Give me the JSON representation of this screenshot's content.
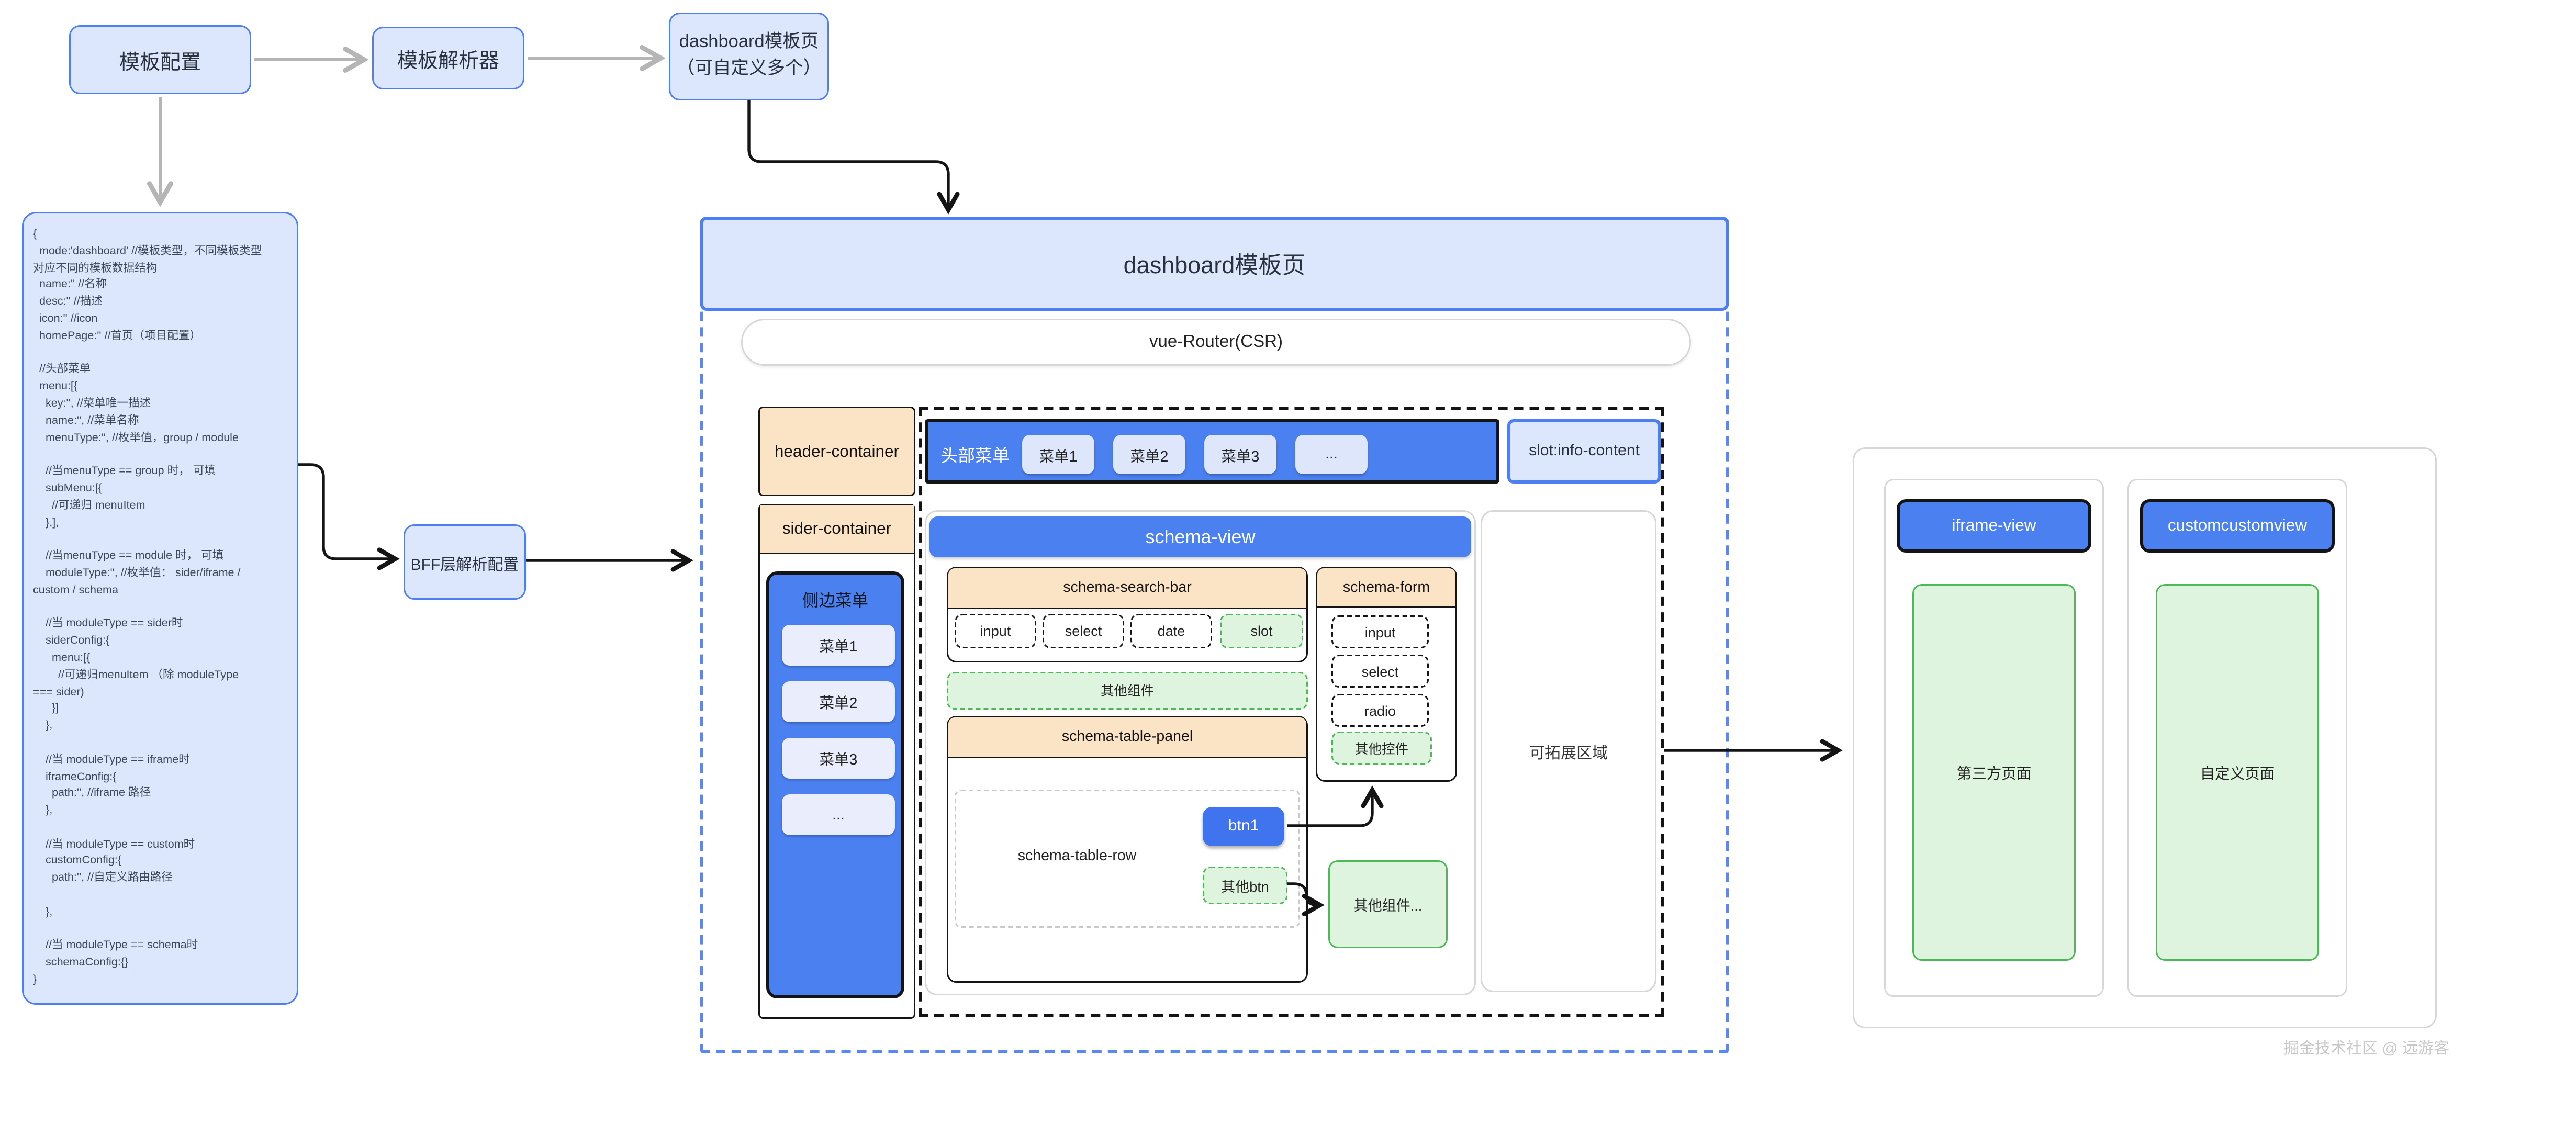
{
  "flow": {
    "template_config": "模板配置",
    "template_parser": "模板解析器",
    "template_page_multi": "dashboard模板页\n（可自定义多个）",
    "bff": "BFF层解析配置"
  },
  "code_block": "{\n  mode:'dashboard' //模板类型，不同模板类型\n对应不同的模板数据结构\n  name:'' //名称\n  desc:'' //描述\n  icon:'' //icon\n  homePage:'' //首页（项目配置）\n\n  //头部菜单\n  menu:[{\n    key:'', //菜单唯一描述\n    name:'', //菜单名称\n    menuType:'', //枚举值，group / module\n\n    //当menuType == group 时， 可填\n    subMenu:[{\n      //可递归 menuItem\n    },],\n\n    //当menuType == module 时， 可填\n    moduleType:'', //枚举值： sider/iframe /\ncustom / schema\n\n    //当 moduleType == sider时\n    siderConfig:{\n      menu:[{\n        //可递归menuItem （除 moduleType\n=== sider)\n      }]\n    },\n\n    //当 moduleType == iframe时\n    iframeConfig:{\n      path:'', //iframe 路径\n    },\n\n    //当 moduleType == custom时\n    customConfig:{\n      path:'', //自定义路由路径\n\n    },\n\n    //当 moduleType == schema时\n    schemaConfig:{}\n}",
  "main": {
    "title": "dashboard模板页",
    "router": "vue-Router(CSR)",
    "header_container": "header-container",
    "sider_container": "sider-container",
    "top_menu": {
      "label": "头部菜单",
      "items": [
        "菜单1",
        "菜单2",
        "菜单3",
        "..."
      ]
    },
    "slot_info": "slot:info-content",
    "sider_menu": {
      "label": "侧边菜单",
      "items": [
        "菜单1",
        "菜单2",
        "菜单3",
        "..."
      ]
    },
    "schema_view": {
      "title": "schema-view",
      "search_bar": {
        "title": "schema-search-bar",
        "items": [
          "input",
          "select",
          "date",
          "slot"
        ]
      },
      "other_components": "其他组件",
      "table_panel": {
        "title": "schema-table-panel",
        "row_label": "schema-table-row",
        "btn1": "btn1",
        "other_btn": "其他btn"
      },
      "form": {
        "title": "schema-form",
        "items": [
          "input",
          "select",
          "radio",
          "其他控件"
        ]
      },
      "other_components_more": "其他组件..."
    },
    "expand_area": "可拓展区域"
  },
  "right": {
    "iframe_view": {
      "title": "iframe-view",
      "content": "第三方页面"
    },
    "custom_view": {
      "title": "customcustomview",
      "content": "自定义页面"
    }
  },
  "watermark": "掘金技术社区 @ 远游客",
  "colors": {
    "accent_blue": "#4b80f0",
    "light_blue": "#dce6fc",
    "peach": "#fbe3c5",
    "green": "#4db856",
    "light_green": "#def4de"
  }
}
